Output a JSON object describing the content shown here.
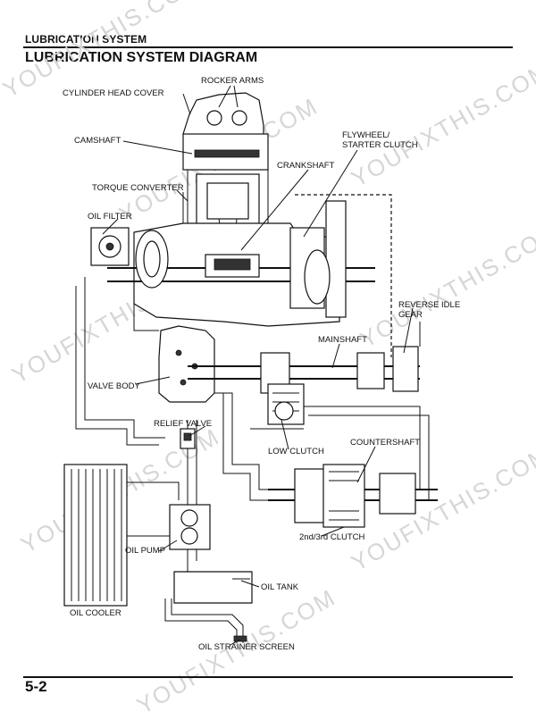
{
  "header": {
    "section": "LUBRICATION SYSTEM"
  },
  "page_title": "LUBRICATION SYSTEM DIAGRAM",
  "labels": {
    "rocker_arms": "ROCKER ARMS",
    "cylinder_head_cover": "CYLINDER HEAD COVER",
    "camshaft": "CAMSHAFT",
    "flywheel_line1": "FLYWHEEL/",
    "flywheel_line2": "STARTER CLUTCH",
    "crankshaft": "CRANKSHAFT",
    "torque_converter": "TORQUE CONVERTER",
    "oil_filter": "OIL FILTER",
    "reverse_idle_line1": "REVERSE IDLE",
    "reverse_idle_line2": "GEAR",
    "mainshaft": "MAINSHAFT",
    "valve_body": "VALVE BODY",
    "relief_valve": "RELIEF VALVE",
    "countershaft": "COUNTERSHAFT",
    "low_clutch": "LOW CLUTCH",
    "second_third_clutch": "2nd/3rd CLUTCH",
    "oil_pump": "OIL PUMP",
    "oil_tank": "OIL TANK",
    "oil_cooler": "OIL COOLER",
    "oil_strainer_screen": "OIL STRAINER SCREEN"
  },
  "watermark": "YOUFIXTHIS.COM",
  "footer": {
    "page_number": "5-2"
  }
}
